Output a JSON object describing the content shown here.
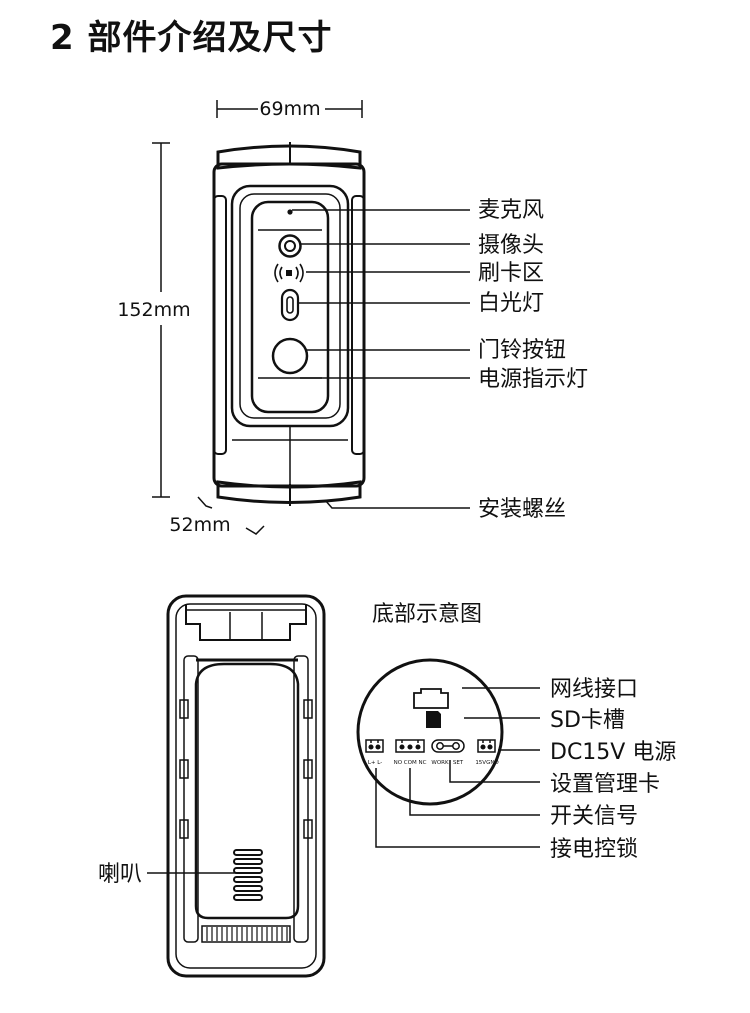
{
  "title": "2 部件介绍及尺寸",
  "dimensions": {
    "width": "69mm",
    "height": "152mm",
    "depth": "52mm"
  },
  "front_labels": {
    "microphone": "麦克风",
    "camera": "摄像头",
    "card_area": "刷卡区",
    "white_light": "白光灯",
    "doorbell_button": "门铃按钮",
    "power_indicator": "电源指示灯",
    "mounting_screw": "安装螺丝"
  },
  "bottom": {
    "caption": "底部示意图",
    "labels": {
      "network_port": "网线接口",
      "sd_slot": "SD卡槽",
      "power": "DC15V 电源",
      "admin_card": "设置管理卡",
      "switch_signal": "开关信号",
      "lock": "接电控锁"
    },
    "terminals": {
      "lock": "L+ L-",
      "switch": "NO COM NC",
      "work": "WORK",
      "set": "SET",
      "power": "15VGND"
    }
  },
  "back_labels": {
    "speaker": "喇叭"
  }
}
